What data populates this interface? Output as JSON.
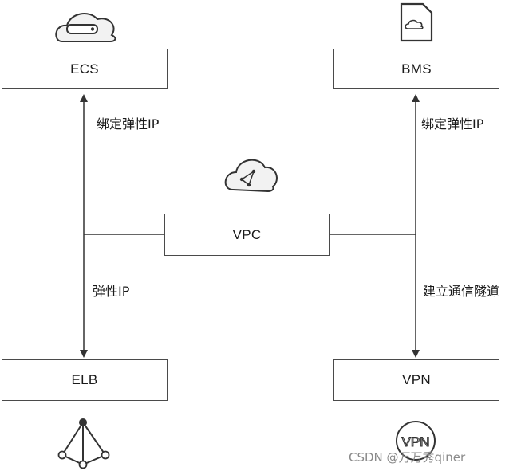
{
  "nodes": {
    "ecs": "ECS",
    "bms": "BMS",
    "vpc": "VPC",
    "elb": "ELB",
    "vpn": "VPN"
  },
  "edges": {
    "ecs_label": "绑定弹性IP",
    "bms_label": "绑定弹性IP",
    "elb_label": "弹性IP",
    "vpn_label": "建立通信隧道"
  },
  "icons": {
    "ecs": "server-cloud-icon",
    "bms": "bare-metal-card-icon",
    "vpc": "network-cloud-icon",
    "elb": "load-balancer-icon",
    "vpn_text": "VPN"
  },
  "watermark": "CSDN @万万秀qiner"
}
